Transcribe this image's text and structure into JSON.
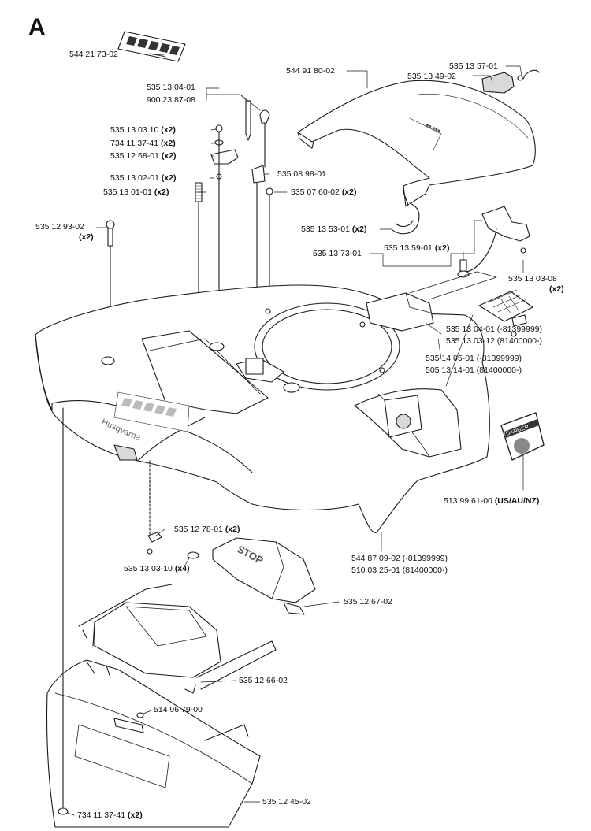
{
  "section": "A",
  "labels": {
    "p544217302": "544 21 73-02",
    "p544918002": "544 91 80-02",
    "p535135701": "535 13 57-01",
    "p535134902": "535 13 49-02",
    "p535130401a": "535 13 04-01",
    "p900238708": "900 23 87-08",
    "p535130310": "535 13 03 10",
    "p734113741a": "734 11 37-41",
    "p535126801": "535 12 68-01",
    "p535089801": "535 08 98-01",
    "p535130201": "535 13 02-01",
    "p535130101": "535 13 01-01",
    "p535076002": "535 07 60-02",
    "p535129302": "535 12 93-02",
    "p535135301": "535 13 53-01",
    "p535137301": "535 13 73-01",
    "p535135901": "535 13 59-01",
    "p535130308": "535 13 03-08",
    "p535130401b": "535 13 04-01 (-81399999)",
    "p535130312": "535 13 03-12 (81400000-)",
    "p535140501": "535 14 05-01 (-81399999)",
    "p505131401": "505 13 14-01 (81400000-)",
    "p513996100": "513 99 61-00",
    "p513996100q": "(US/AU/NZ)",
    "p544870902": "544 87 09-02 (-81399999)",
    "p510032501": "510 03 25-01 (81400000-)",
    "p535127801": "535 12 78-01",
    "p535130310b": "535 13 03-10",
    "p535126702": "535 12 67-02",
    "p535126602": "535 12 66-02",
    "p514967900": "514 96 79-00",
    "p535124502": "535 12 45-02",
    "p734113741b": "734 11 37-41"
  },
  "qty": {
    "x2": "(x2)",
    "x4": "(x4)"
  },
  "decals": {
    "brand": "Husqvarna",
    "stop": "STOP",
    "danger": "DANGER"
  },
  "colors": {
    "line": "#1a1a1a",
    "fill": "#ffffff",
    "shade": "#d9d9d9"
  }
}
